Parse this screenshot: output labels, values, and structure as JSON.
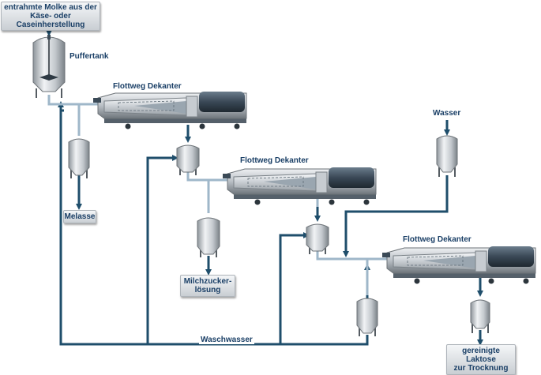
{
  "labels": {
    "feed_line1": "entrahmte Molke aus der",
    "feed_line2": "Käse- oder Caseinherstellung",
    "buffer_tank": "Puffertank",
    "decanter_1": "Flottweg Dekanter",
    "decanter_2": "Flottweg Dekanter",
    "decanter_3": "Flottweg Dekanter",
    "water": "Wasser",
    "melasse": "Melasse",
    "milk_sugar_line1": "Milchzucker-",
    "milk_sugar_line2": "lösung",
    "lactose_line1": "gereinigte Laktose",
    "lactose_line2": "zur Trocknung",
    "wash_water": "Waschwasser"
  },
  "colors": {
    "pipe": "#1f4e6b",
    "pipe_light": "#9fb7c9",
    "steel_dark": "#6d7378",
    "steel_light": "#e6e9ec",
    "motor": "#3b4a57",
    "label_text": "#1a3f66"
  }
}
